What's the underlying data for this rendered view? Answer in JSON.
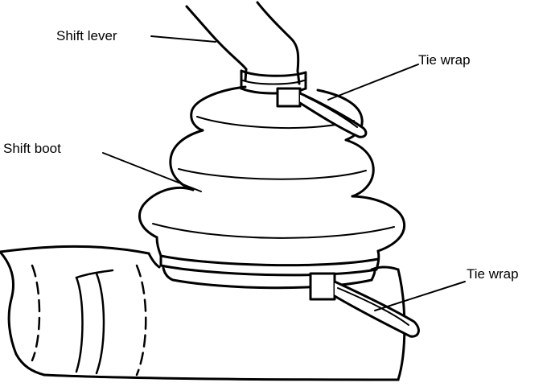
{
  "labels": {
    "shift_lever": "Shift lever",
    "tie_wrap_top": "Tie wrap",
    "shift_boot": "Shift boot",
    "tie_wrap_bottom": "Tie wrap"
  },
  "colors": {
    "ink": "#000000",
    "paper": "#ffffff"
  }
}
